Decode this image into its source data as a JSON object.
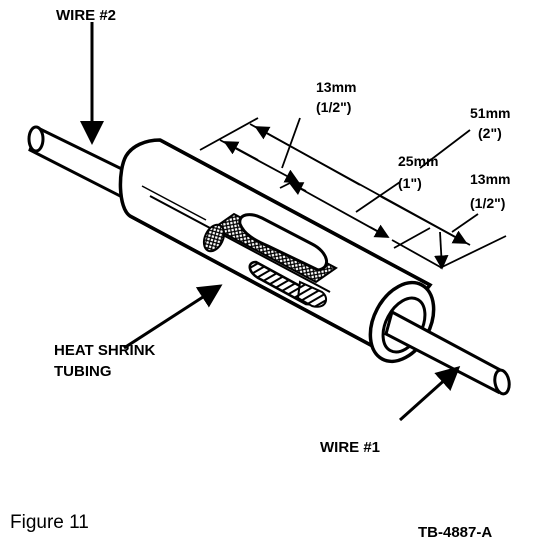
{
  "labels": {
    "wire2": "WIRE #2",
    "wire1": "WIRE #1",
    "heat_shrink_line1": "HEAT SHRINK",
    "heat_shrink_line2": "TUBING"
  },
  "dimensions": {
    "dim_13mm_top": "13mm",
    "dim_13mm_top_in": "(1/2\")",
    "dim_51mm": "51mm",
    "dim_51mm_in": "(2\")",
    "dim_25mm": "25mm",
    "dim_25mm_in": "(1\")",
    "dim_13mm_right": "13mm",
    "dim_13mm_right_in": "(1/2\")"
  },
  "caption": {
    "figure": "Figure 11",
    "part_number": "TB-4887-A"
  }
}
